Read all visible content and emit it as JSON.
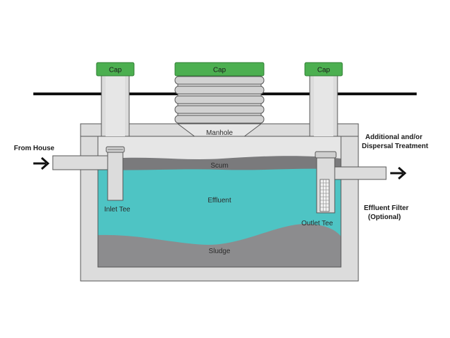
{
  "labels": {
    "cap_left": "Cap",
    "cap_center": "Cap",
    "cap_right": "Cap",
    "manhole": "Manhole",
    "scum": "Scum",
    "effluent": "Effluent",
    "sludge": "Sludge",
    "inlet_tee": "Inlet Tee",
    "outlet_tee": "Outlet Tee",
    "from_house": "From House",
    "additional_line1": "Additional and/or",
    "additional_line2": "Dispersal Treatment",
    "effluent_filter_line1": "Effluent Filter",
    "effluent_filter_line2": "(Optional)"
  },
  "colors": {
    "cap": "#4caf50",
    "concrete": "#dcdcdc",
    "concrete_dark": "#b8b8b8",
    "outline": "#555555",
    "effluent": "#4ec4c4",
    "sludge": "#8c8c8e",
    "scum": "#7a7a7c",
    "riser_ribs": "#c8c8c8",
    "ground": "#111111"
  },
  "icons": {
    "inlet_arrow": "arrow-right-icon",
    "outlet_arrow": "arrow-right-icon"
  }
}
